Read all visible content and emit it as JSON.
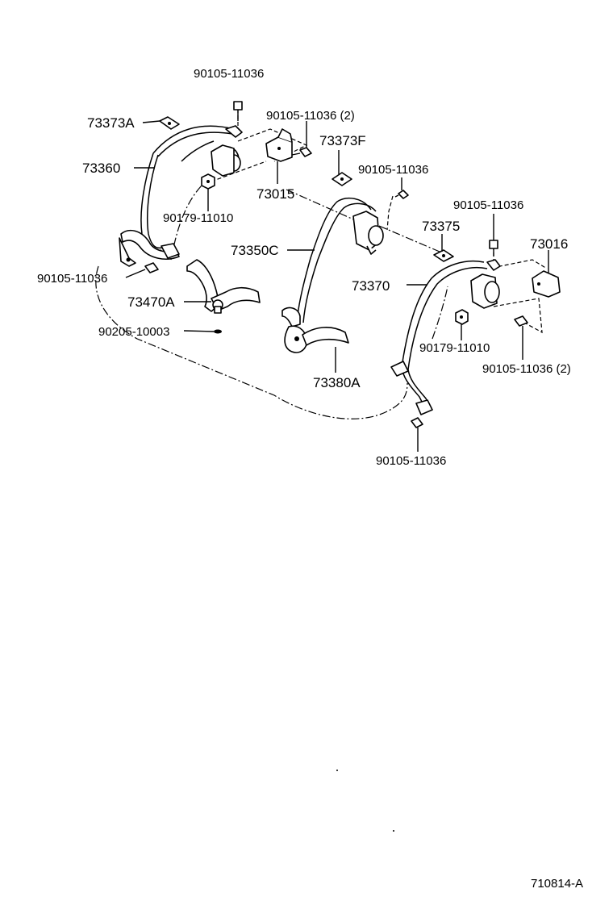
{
  "labels": {
    "bolt_top": "90105-11036",
    "clip_73373a": "73373A",
    "bolt_2_top": "90105-11036 (2)",
    "clip_73373f": "73373F",
    "belt_73360": "73360",
    "anchor_73015": "73015",
    "bolt_mid": "90105-11036",
    "nut_left": "90179-11010",
    "bolt_right_top": "90105-11036",
    "clip_73375": "73375",
    "anchor_73016": "73016",
    "belt_73350c": "73350C",
    "bolt_left": "90105-11036",
    "belt_73370": "73370",
    "buckle_73470a": "73470A",
    "washer_90205": "90205-10003",
    "nut_right": "90179-11010",
    "bolt_2_right": "90105-11036 (2)",
    "buckle_73380a": "73380A",
    "bolt_bottom": "90105-11036",
    "figure_code": "710814-A"
  }
}
